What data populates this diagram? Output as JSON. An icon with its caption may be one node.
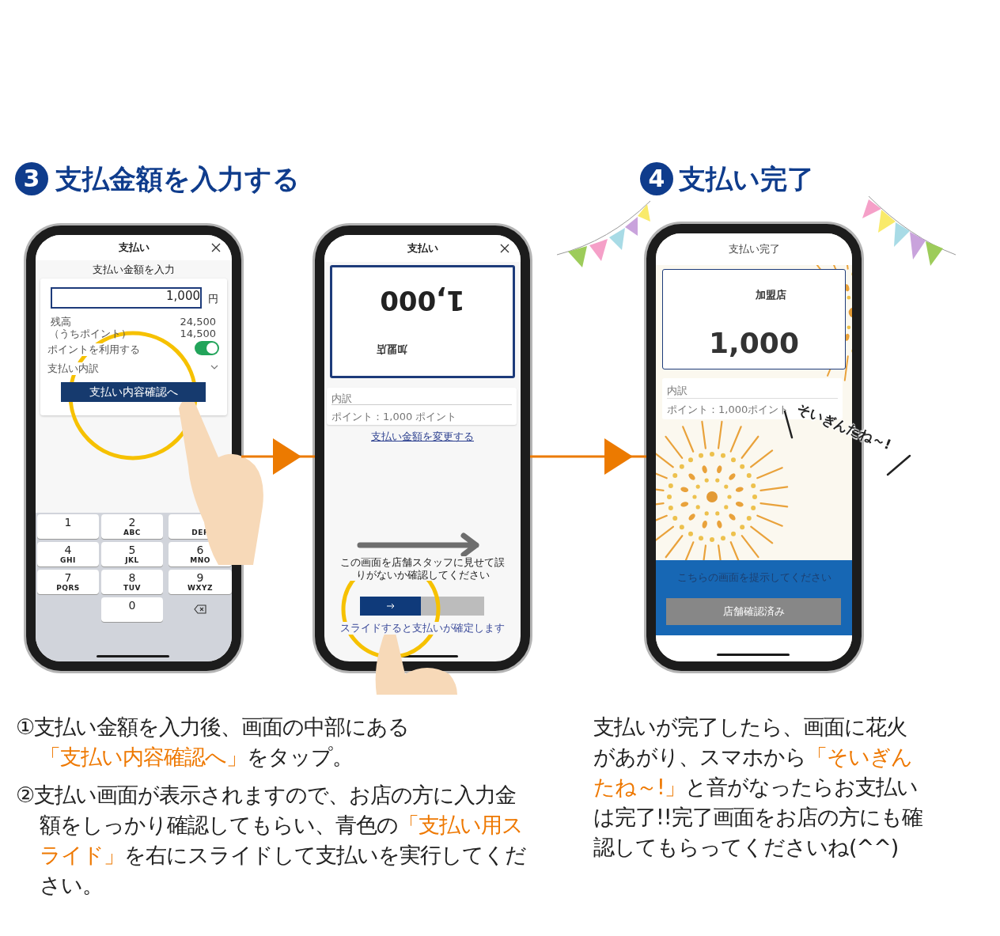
{
  "diagram": {
    "nodes": [
      {
        "text": [
          "支払い",
          "支払い金額を入力",
          "1,000",
          "円",
          "残高",
          "24,500",
          "（うちポイント）",
          "14,500",
          "ポイントを利用する",
          "支払い内訳",
          "支払い内容確認へ",
          "1",
          "2",
          "ABC",
          "DEF",
          "4",
          "GHI",
          "5",
          "JKL",
          "6",
          "MNO",
          "7",
          "PQRS",
          "8",
          "TUV",
          "9",
          "WXYZ",
          "0"
        ]
      },
      {
        "text": [
          "支払い",
          "1,000",
          "加盟店",
          "内訳",
          "ポイント：1,000 ポイント",
          "支払い金額を変更する",
          "この画面を店舗スタッフに見せて誤りがないか確認してください",
          "スライドすると支払いが確定します"
        ]
      },
      {
        "text": [
          "支払い完了",
          "加盟店",
          "1,000",
          "内訳",
          "ポイント：1,000ポイント",
          "こちらの画面を提示してください",
          "店舗確認済み"
        ]
      }
    ],
    "edges": [
      {
        "from": 0,
        "to": 1,
        "arrow": "to"
      },
      {
        "from": 1,
        "to": 2,
        "arrow": "to"
      }
    ],
    "labels": [
      "3",
      "支払金額を入力する",
      "4",
      "支払い完了",
      "そいぎんたね～!",
      "①支払い金額を入力後、画面の中部にある**「支払い内容確認へ」**をタップ。",
      "②支払い画面が表示されますので、お店の方に入力金額をしっかり確認してもらい、青色の**「支払い用スライド」**を右にスライドして支払いを実行してください。",
      "支払いが完了したら、画面に花火があがり、スマホから**「そいぎんたね～!」**と音がなったらお支払いは完了!!完了画面をお店の方にも確認してもらってくださいね(^^)"
    ]
  }
}
